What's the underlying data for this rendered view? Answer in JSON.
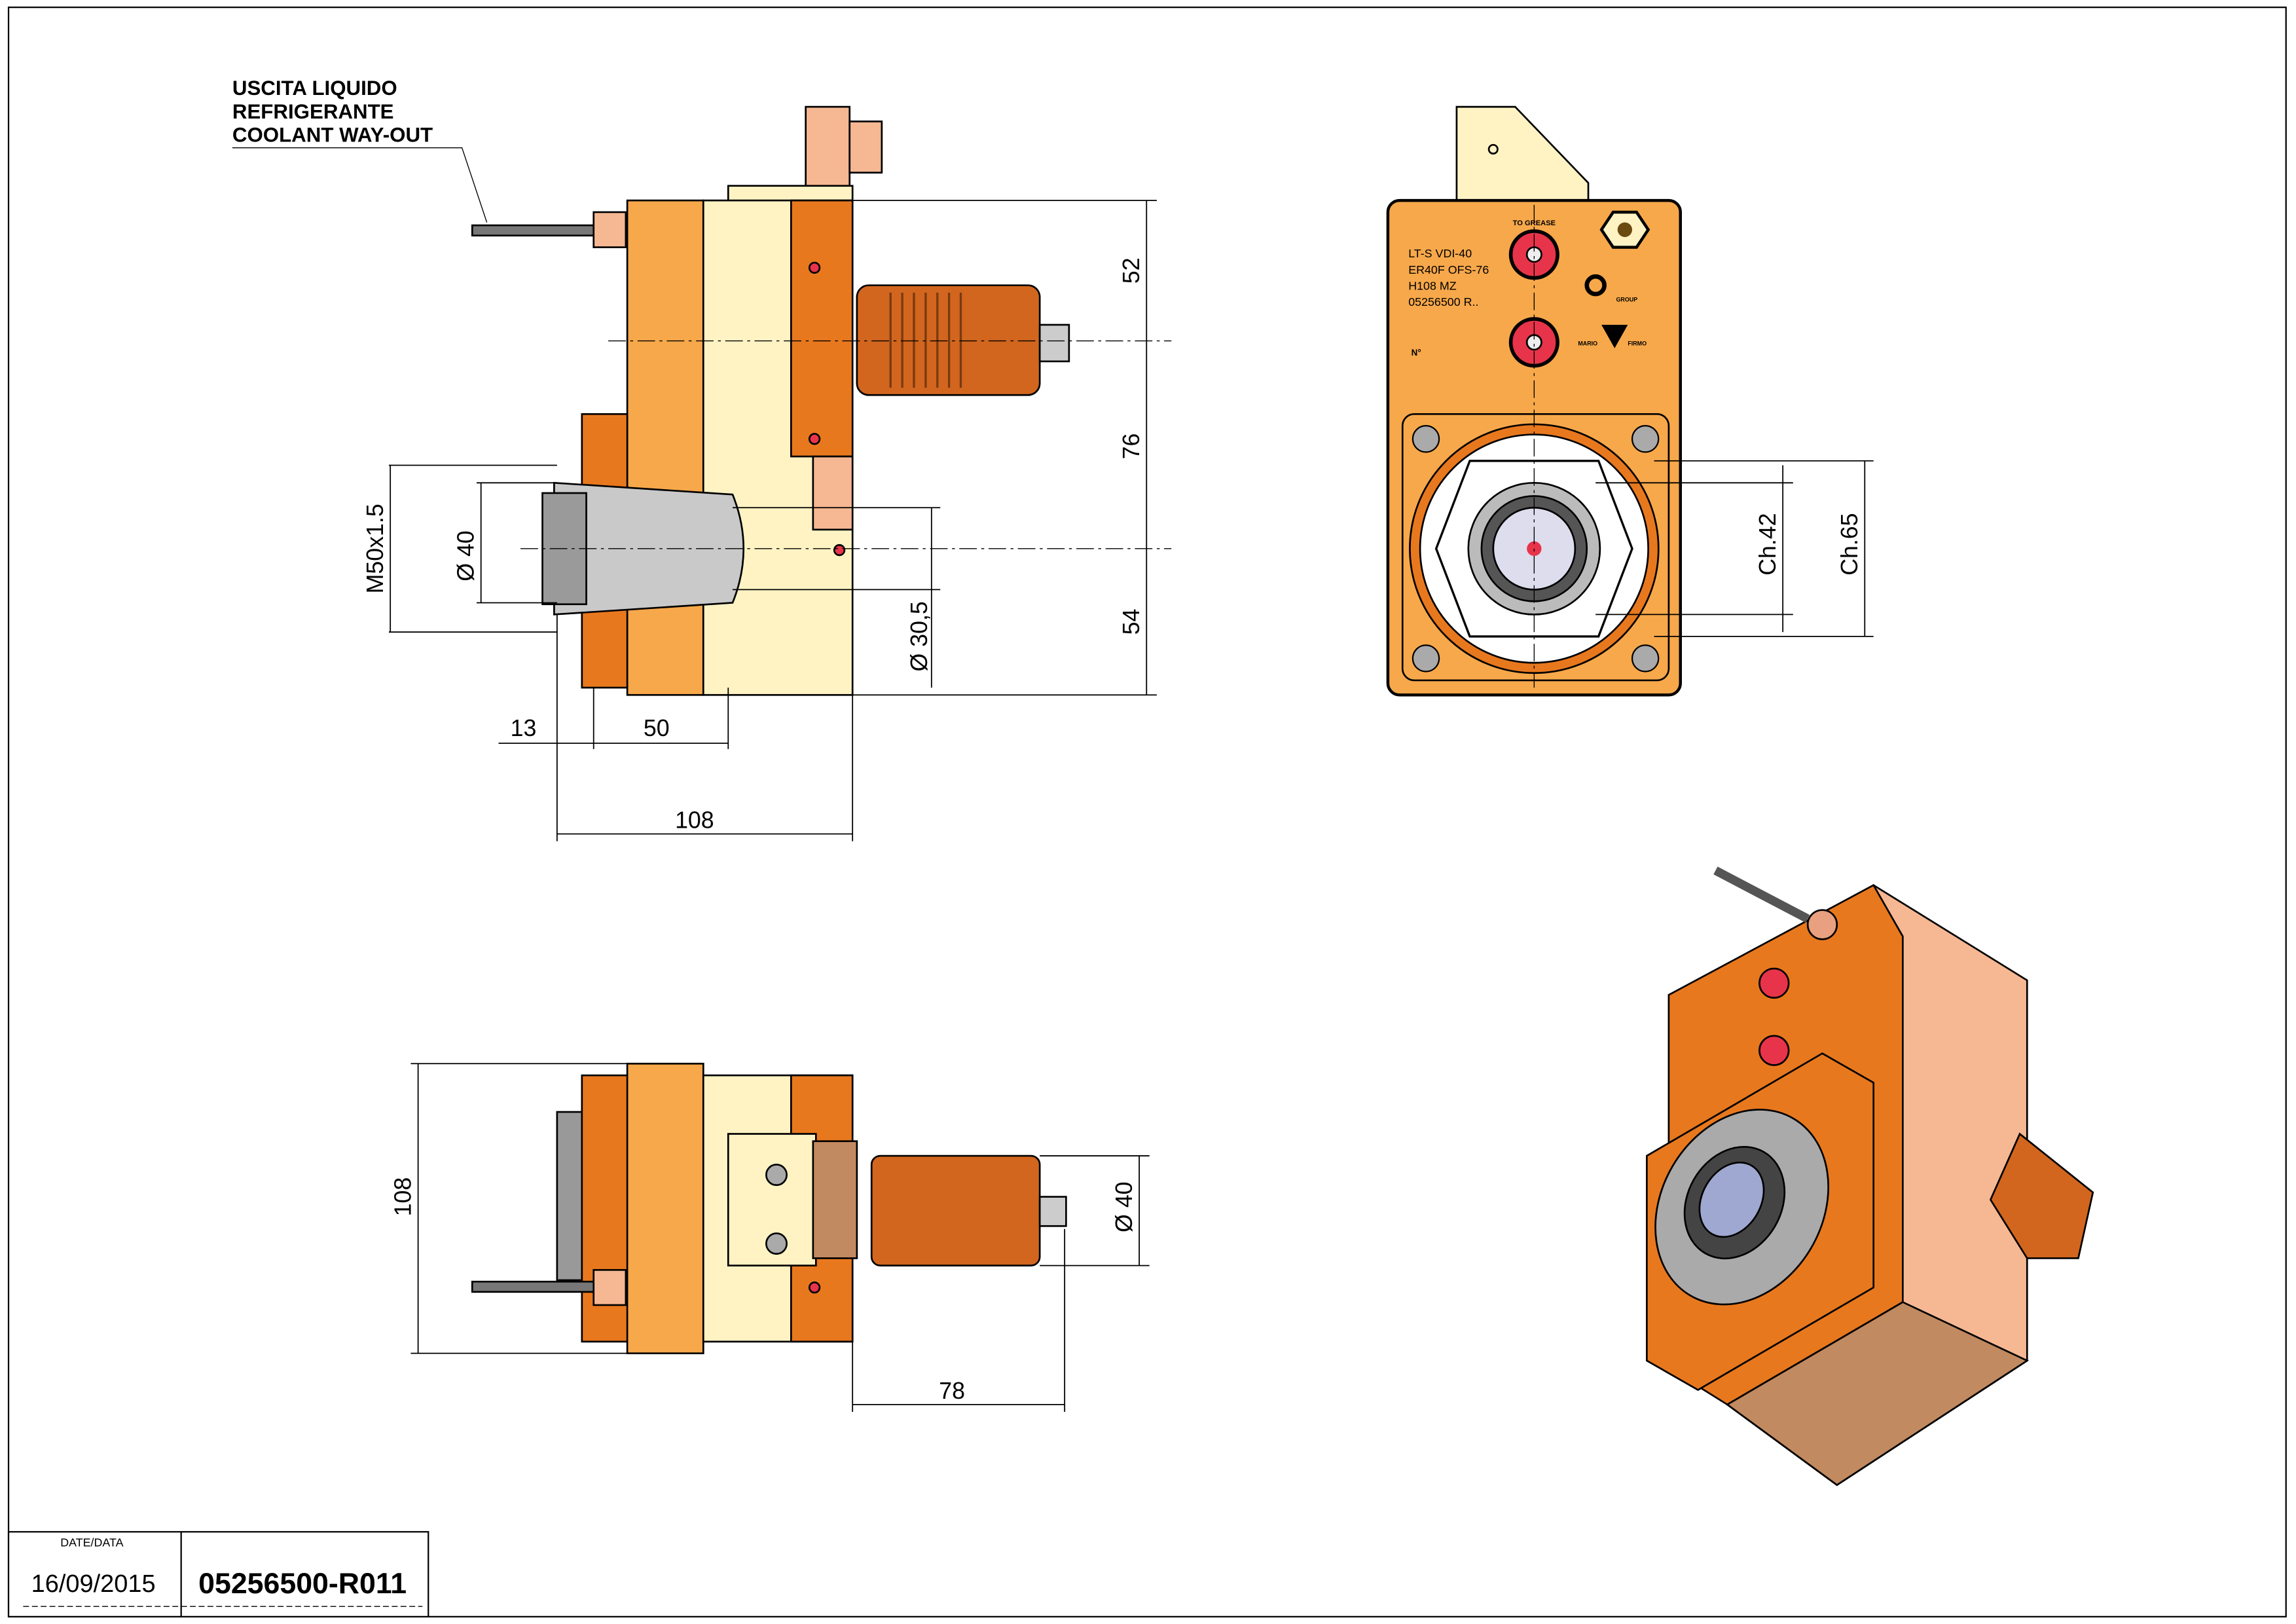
{
  "note": {
    "line1": "USCITA LIQUIDO",
    "line2": "REFRIGERANTE",
    "line3": "COOLANT WAY-OUT"
  },
  "side_view": {
    "dims": {
      "top": "52",
      "middle": "76",
      "bottom": "54",
      "offset": "13",
      "length": "50",
      "overall": "108",
      "thread": "M50x1.5",
      "dia_collet": "Ø 40",
      "dia_inner": "Ø 30,5"
    }
  },
  "front_view": {
    "grease_label": "TO GREASE",
    "marking": [
      "LT-S VDI-40",
      "ER40F OFS-76",
      "H108 MZ",
      "05256500 R.."
    ],
    "n_label": "N°",
    "logo": "GROUP",
    "rotation_label_left": "MARIO",
    "rotation_label_right": "FIRMO",
    "dims": {
      "ch42": "Ch.42",
      "ch65": "Ch.65"
    }
  },
  "top_view": {
    "dims": {
      "height": "108",
      "dia": "Ø 40",
      "length": "78"
    }
  },
  "title_block": {
    "date_label": "DATE/DATA",
    "date": "16/09/2015",
    "code": "05256500-R011"
  },
  "colors": {
    "orange": "#f7a84a",
    "dark_orange": "#e8781e",
    "cream": "#fff3c4",
    "peach": "#f5b893",
    "red": "#e8344a"
  }
}
